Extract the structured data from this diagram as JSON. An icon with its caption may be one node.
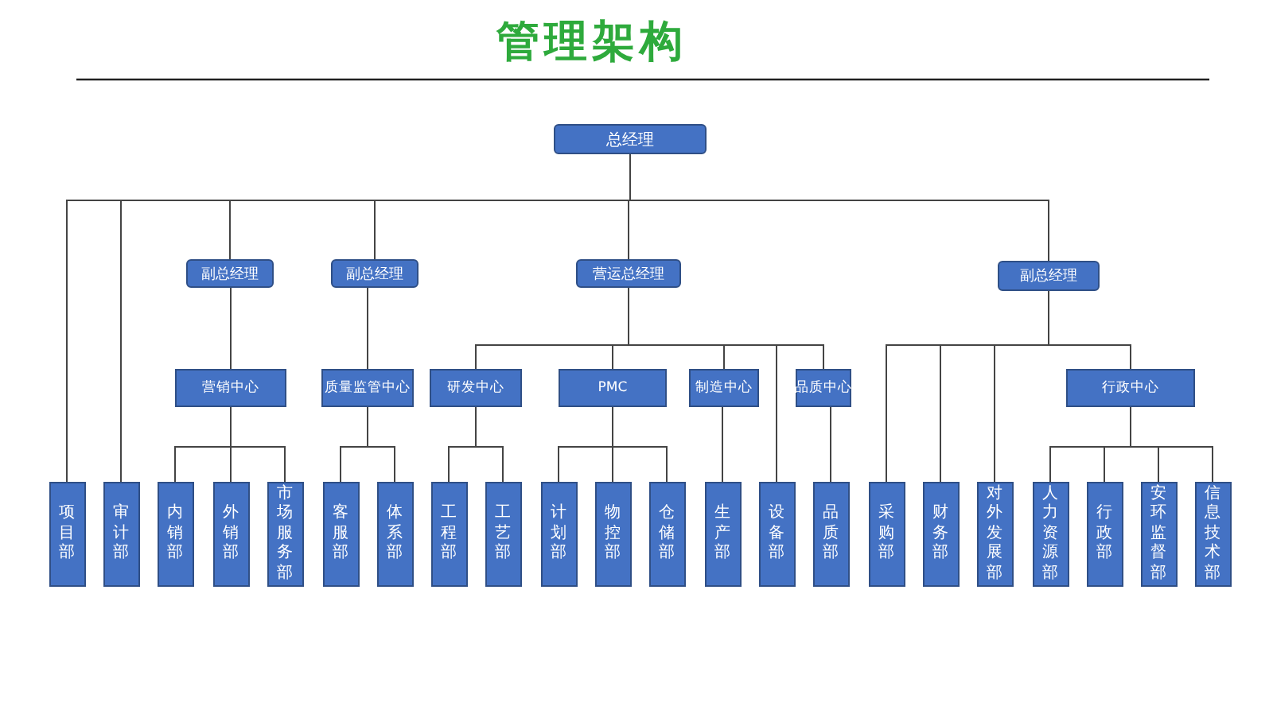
{
  "diagram": {
    "title": "管理架构",
    "nodes": [
      {
        "text": [
          "总经理"
        ]
      },
      {
        "text": [
          "副总经理"
        ]
      },
      {
        "text": [
          "副总经理"
        ]
      },
      {
        "text": [
          "营运总经理"
        ]
      },
      {
        "text": [
          "副总经理"
        ]
      },
      {
        "text": [
          "营销中心"
        ]
      },
      {
        "text": [
          "质量监管中心"
        ]
      },
      {
        "text": [
          "研发中心"
        ]
      },
      {
        "text": [
          "PMC"
        ]
      },
      {
        "text": [
          "制造中心"
        ]
      },
      {
        "text": [
          "品质中心"
        ]
      },
      {
        "text": [
          "行政中心"
        ]
      },
      {
        "text": [
          "项目部"
        ]
      },
      {
        "text": [
          "审计部"
        ]
      },
      {
        "text": [
          "内销部"
        ]
      },
      {
        "text": [
          "外销部"
        ]
      },
      {
        "text": [
          "市场服务部"
        ]
      },
      {
        "text": [
          "客服部"
        ]
      },
      {
        "text": [
          "体系部"
        ]
      },
      {
        "text": [
          "工程部"
        ]
      },
      {
        "text": [
          "工艺部"
        ]
      },
      {
        "text": [
          "计划部"
        ]
      },
      {
        "text": [
          "物控部"
        ]
      },
      {
        "text": [
          "仓储部"
        ]
      },
      {
        "text": [
          "生产部"
        ]
      },
      {
        "text": [
          "设备部"
        ]
      },
      {
        "text": [
          "品质部"
        ]
      },
      {
        "text": [
          "采购部"
        ]
      },
      {
        "text": [
          "财务部"
        ]
      },
      {
        "text": [
          "对外发展部"
        ]
      },
      {
        "text": [
          "人力资源部"
        ]
      },
      {
        "text": [
          "行政部"
        ]
      },
      {
        "text": [
          "安环监督部"
        ]
      },
      {
        "text": [
          "信息技术部"
        ]
      }
    ],
    "edges": [
      {
        "from": 0,
        "to": 12,
        "arrow": "none"
      },
      {
        "from": 0,
        "to": 13,
        "arrow": "none"
      },
      {
        "from": 0,
        "to": 1,
        "arrow": "none"
      },
      {
        "from": 0,
        "to": 2,
        "arrow": "none"
      },
      {
        "from": 0,
        "to": 3,
        "arrow": "none"
      },
      {
        "from": 0,
        "to": 4,
        "arrow": "none"
      },
      {
        "from": 1,
        "to": 5,
        "arrow": "none"
      },
      {
        "from": 2,
        "to": 6,
        "arrow": "none"
      },
      {
        "from": 5,
        "to": 14,
        "arrow": "none"
      },
      {
        "from": 5,
        "to": 15,
        "arrow": "none"
      },
      {
        "from": 5,
        "to": 16,
        "arrow": "none"
      },
      {
        "from": 6,
        "to": 17,
        "arrow": "none"
      },
      {
        "from": 6,
        "to": 18,
        "arrow": "none"
      },
      {
        "from": 3,
        "to": 7,
        "arrow": "none"
      },
      {
        "from": 3,
        "to": 8,
        "arrow": "none"
      },
      {
        "from": 3,
        "to": 9,
        "arrow": "none"
      },
      {
        "from": 3,
        "to": 25,
        "arrow": "none"
      },
      {
        "from": 3,
        "to": 10,
        "arrow": "none"
      },
      {
        "from": 7,
        "to": 19,
        "arrow": "none"
      },
      {
        "from": 7,
        "to": 20,
        "arrow": "none"
      },
      {
        "from": 8,
        "to": 21,
        "arrow": "none"
      },
      {
        "from": 8,
        "to": 22,
        "arrow": "none"
      },
      {
        "from": 8,
        "to": 23,
        "arrow": "none"
      },
      {
        "from": 9,
        "to": 24,
        "arrow": "none"
      },
      {
        "from": 10,
        "to": 26,
        "arrow": "none"
      },
      {
        "from": 4,
        "to": 27,
        "arrow": "none"
      },
      {
        "from": 4,
        "to": 28,
        "arrow": "none"
      },
      {
        "from": 4,
        "to": 29,
        "arrow": "none"
      },
      {
        "from": 4,
        "to": 11,
        "arrow": "none"
      },
      {
        "from": 11,
        "to": 30,
        "arrow": "none"
      },
      {
        "from": 11,
        "to": 31,
        "arrow": "none"
      },
      {
        "from": 11,
        "to": 32,
        "arrow": "none"
      },
      {
        "from": 11,
        "to": 33,
        "arrow": "none"
      }
    ]
  }
}
